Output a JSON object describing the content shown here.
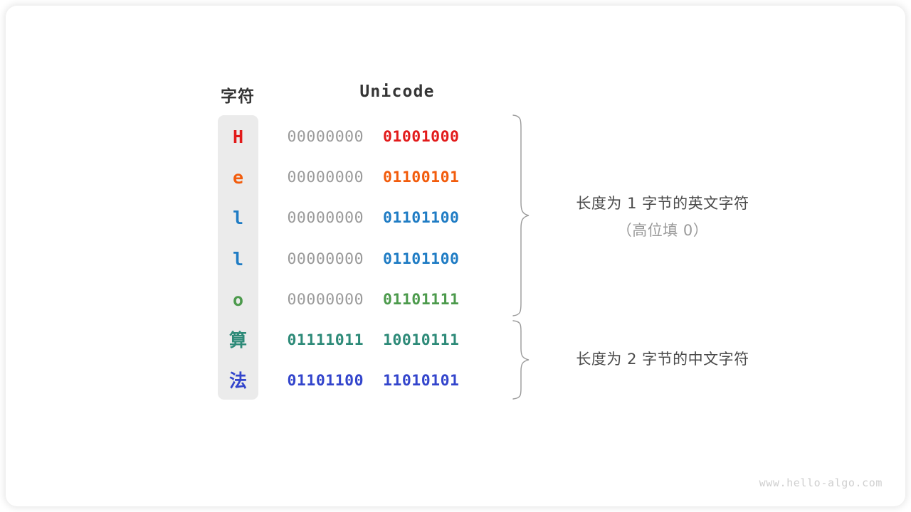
{
  "figure": {
    "title_char_column": "字符",
    "title_code_column": "Unicode",
    "watermark": "www.hello-algo.com"
  },
  "colors": {
    "card_bg": "#ffffff",
    "char_column_bg": "#ebebeb",
    "header_text": "#353535",
    "high_byte_text": "#9a9a9a",
    "annotation_text": "#4a4a4a",
    "annotation_sub_text": "#9a9a9a",
    "brace_stroke": "#9a9a9a",
    "watermark_text": "#cfcfcf",
    "H": "#e21b1b",
    "e": "#f25c0c",
    "l": "#1f7cc4",
    "o": "#4c9a4c",
    "suan": "#2d8a78",
    "fa": "#3345cc"
  },
  "rows": [
    {
      "char": "H",
      "color": "#e21b1b",
      "high": "00000000",
      "low": "01001000",
      "high_muted": true,
      "cjk": false
    },
    {
      "char": "e",
      "color": "#f25c0c",
      "high": "00000000",
      "low": "01100101",
      "high_muted": true,
      "cjk": false
    },
    {
      "char": "l",
      "color": "#1f7cc4",
      "high": "00000000",
      "low": "01101100",
      "high_muted": true,
      "cjk": false
    },
    {
      "char": "l",
      "color": "#1f7cc4",
      "high": "00000000",
      "low": "01101100",
      "high_muted": true,
      "cjk": false
    },
    {
      "char": "o",
      "color": "#4c9a4c",
      "high": "00000000",
      "low": "01101111",
      "high_muted": true,
      "cjk": false
    },
    {
      "char": "算",
      "color": "#2d8a78",
      "high": "01111011",
      "low": "10010111",
      "high_muted": false,
      "cjk": true
    },
    {
      "char": "法",
      "color": "#3345cc",
      "high": "01101100",
      "low": "11010101",
      "high_muted": false,
      "cjk": true
    }
  ],
  "annotations": [
    {
      "id": "ascii-group",
      "line1": "长度为 1 字节的英文字符",
      "line2": "（高位填 0）",
      "rows_covered": [
        0,
        1,
        2,
        3,
        4
      ]
    },
    {
      "id": "cjk-group",
      "line1": "长度为 2 字节的中文字符",
      "line2": "",
      "rows_covered": [
        5,
        6
      ]
    }
  ]
}
